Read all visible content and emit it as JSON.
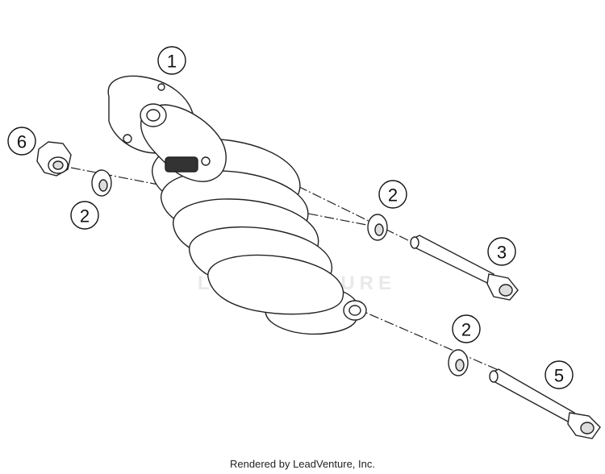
{
  "watermark": "LEADVENTURE",
  "footer": "Rendered by LeadVenture, Inc.",
  "callouts": [
    "1",
    "2",
    "2",
    "2",
    "3",
    "5",
    "6"
  ]
}
